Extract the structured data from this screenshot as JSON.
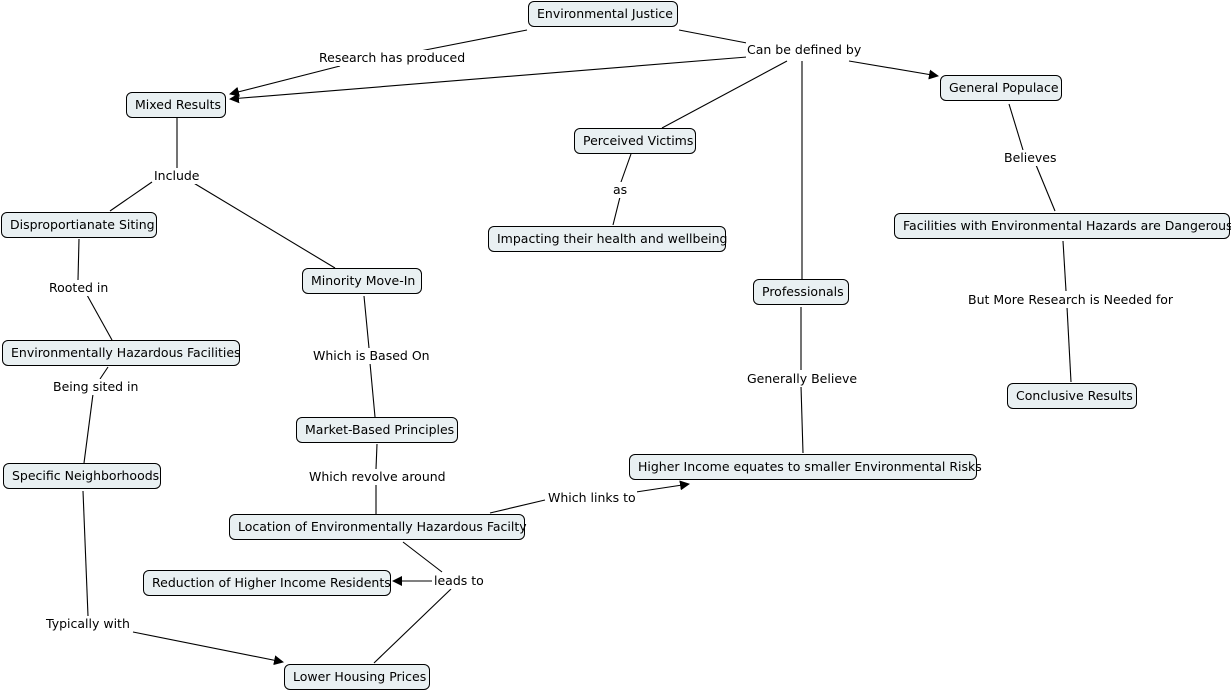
{
  "concepts": {
    "environmental_justice": "Environmental Justice",
    "mixed_results": "Mixed Results",
    "general_populace": "General Populace",
    "perceived_victims": "Perceived Victims",
    "impacting_health": "Impacting their health and wellbeing",
    "disproportionate_siting": "Disproportianate Siting",
    "minority_move_in": "Minority Move-In",
    "facilities_dangerous": "Facilities with Environmental Hazards are Dangerous",
    "professionals": "Professionals",
    "env_hazardous_facilities": "Environmentally Hazardous Facilities",
    "conclusive_results": "Conclusive Results",
    "market_based_principles": "Market-Based Principles",
    "higher_income_risks": "Higher Income equates to smaller Environmental Risks",
    "specific_neighborhoods": "Specific Neighborhoods",
    "location_facility": "Location of Environmentally Hazardous Facilty",
    "reduction_residents": "Reduction of Higher Income Residents",
    "lower_housing_prices": "Lower Housing Prices"
  },
  "links": {
    "research_has_produced": "Research has produced",
    "can_be_defined_by": "Can be defined by",
    "include": "Include",
    "believes": "Believes",
    "as": "as",
    "rooted_in": "Rooted in",
    "but_more_research": "But More Research is Needed for",
    "being_sited_in": "Being sited in",
    "which_is_based_on": "Which is Based On",
    "generally_believe": "Generally Believe",
    "which_revolve_around": "Which revolve around",
    "which_links_to": "Which links to",
    "leads_to": "leads to",
    "typically_with": "Typically with"
  },
  "colors": {
    "node_fill": "#e9f0f2",
    "line": "#000000",
    "background": "#ffffff"
  }
}
